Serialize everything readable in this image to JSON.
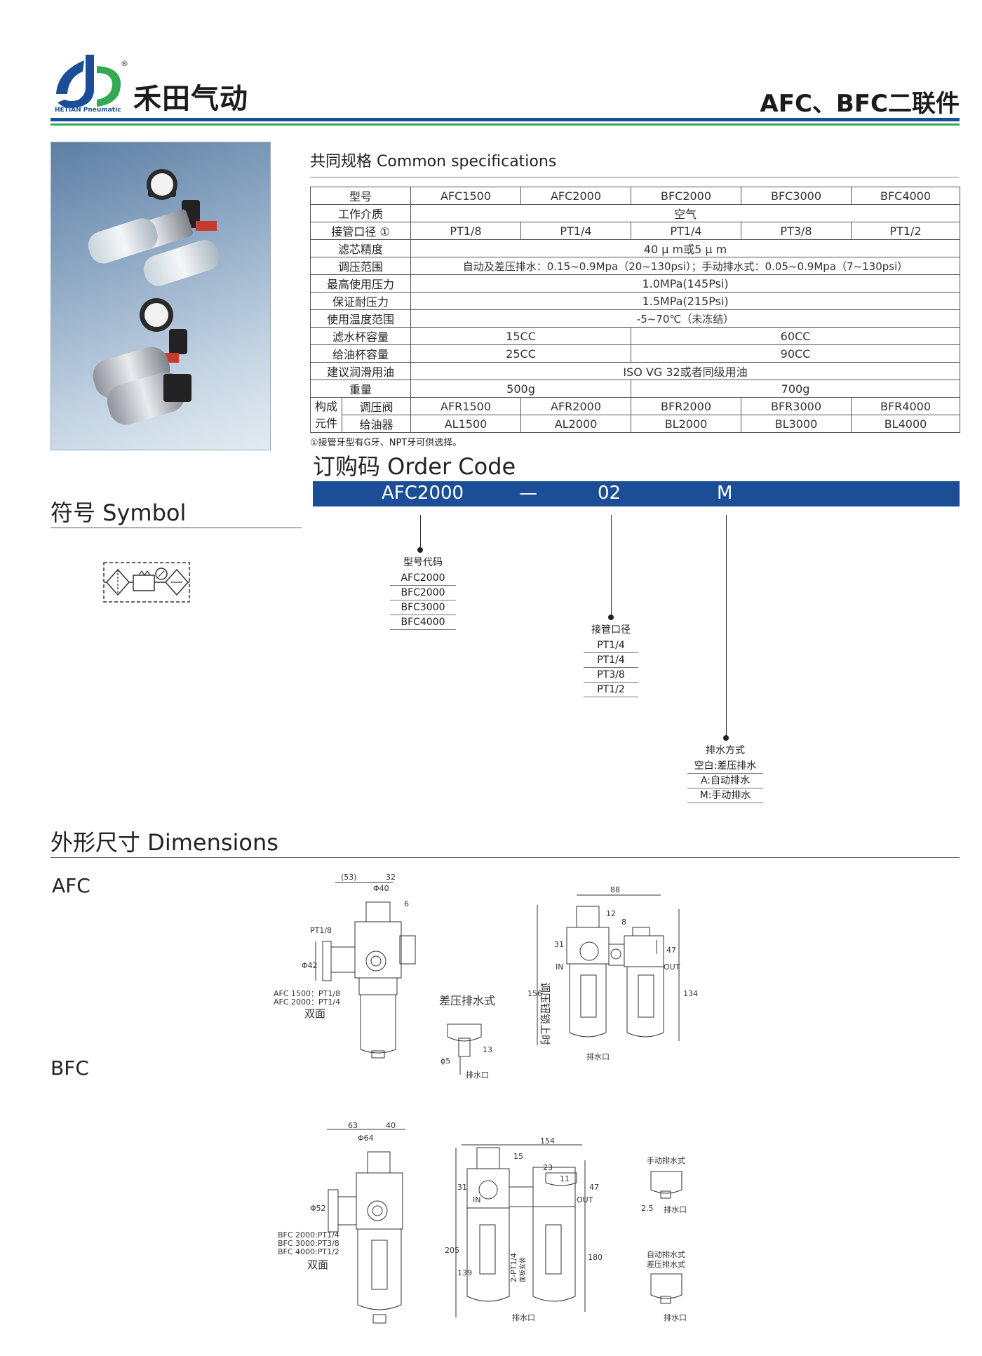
{
  "header": {
    "brand_cn": "禾田气动",
    "brand_en": "HETIAN Pneumatic",
    "reg_mark": "®",
    "page_title": "AFC、BFC二联件"
  },
  "colors": {
    "brand_blue": "#1b4e96",
    "accent_green": "#34a853"
  },
  "spec": {
    "title": "共同规格 Common specifications",
    "header": [
      "型号",
      "AFC1500",
      "AFC2000",
      "BFC2000",
      "BFC3000",
      "BFC4000"
    ],
    "rows": {
      "medium": {
        "label": "工作介质",
        "value": "空气"
      },
      "port": {
        "label": "接管口径 ①",
        "values": [
          "PT1/8",
          "PT1/4",
          "PT1/4",
          "PT3/8",
          "PT1/2"
        ]
      },
      "filter": {
        "label": "滤芯精度",
        "value": "40 μ m或5 μ m"
      },
      "regulate": {
        "label": "调压范围",
        "value": "自动及差压排水：0.15~0.9Mpa（20~130psi）；手动排水式：0.05~0.9Mpa（7~130psi）"
      },
      "max_pressure": {
        "label": "最高使用压力",
        "value": "1.0MPa(145Psi)"
      },
      "proof_pressure": {
        "label": "保证耐压力",
        "value": "1.5MPa(215Psi)"
      },
      "temp": {
        "label": "使用温度范围",
        "value": "-5~70℃（未冻结）"
      },
      "bowl": {
        "label": "滤水杯容量",
        "value_a": "15CC",
        "value_b": "60CC"
      },
      "oil_cup": {
        "label": "给油杯容量",
        "value_a": "25CC",
        "value_b": "90CC"
      },
      "lube": {
        "label": "建议润滑用油",
        "value": "ISO VG 32或者同级用油"
      },
      "weight": {
        "label": "重量",
        "value_a": "500g",
        "value_b": "700g"
      },
      "comp_group": "构成元件",
      "comp_group_a": "构成",
      "comp_group_b": "元件",
      "regulator": {
        "label": "调压阀",
        "values": [
          "AFR1500",
          "AFR2000",
          "BFR2000",
          "BFR3000",
          "BFR4000"
        ]
      },
      "lubricator": {
        "label": "给油器",
        "values": [
          "AL1500",
          "AL2000",
          "BL2000",
          "BL3000",
          "BL4000"
        ]
      }
    },
    "note": "①接管牙型有G牙、NPT牙可供选择。"
  },
  "order_code": {
    "title": "订购码 Order Code",
    "segments": [
      "AFC2000",
      "—",
      "02",
      "M"
    ],
    "model": {
      "title": "型号代码",
      "items": [
        "AFC2000",
        "BFC2000",
        "BFC3000",
        "BFC4000"
      ]
    },
    "port": {
      "title": "接管口径",
      "items": [
        "PT1/4",
        "PT1/4",
        "PT3/8",
        "PT1/2"
      ]
    },
    "drain": {
      "title": "排水方式",
      "items": [
        "空白:差压排水",
        "A:自动排水",
        "M:手动排水"
      ]
    }
  },
  "symbol": {
    "title": "符号 Symbol"
  },
  "dimensions": {
    "title": "外形尺寸 Dimensions",
    "afc_label": "AFC",
    "bfc_label": "BFC",
    "afc": {
      "d53": "(53)",
      "d32": "32",
      "d40": "Φ40",
      "d6": "6",
      "pt18": "PT1/8",
      "d42": "Φ42",
      "port_a": "AFC 1500：PT1/8",
      "port_b": "AFC 2000：PT1/4",
      "both_sides": "双面",
      "diff_drain": "差压排水式",
      "d5": "ϕ5",
      "d13": "13",
      "drain": "排水口",
      "d88": "88",
      "d12": "12",
      "d8": "8",
      "d31": "31",
      "d47": "47",
      "d156": "156",
      "d134": "134",
      "in": "IN",
      "out": "OUT",
      "lock": "调压钮锁上时",
      "drain2": "排水口"
    },
    "bfc": {
      "d63": "63",
      "d40": "40",
      "d64": "Φ64",
      "d52": "Φ52",
      "port_a": "BFC 2000:PT1/4",
      "port_b": "BFC 3000:PT3/8",
      "port_c": "BFC 4000:PT1/2",
      "both_sides": "双面",
      "d154": "154",
      "d15": "15",
      "d23": "23",
      "d11": "11",
      "d31": "31",
      "d47": "47",
      "d205": "205",
      "d139": "139",
      "d180": "180",
      "pt_note": "2-PT1/4",
      "pt_note2": "面板安装",
      "in": "IN",
      "out": "OUT",
      "drain": "排水口",
      "manual": "手动排水式",
      "d25": "2.5",
      "drain_b": "排水口",
      "auto": "自动排水式",
      "diff": "差压排水式",
      "drain_c": "排水口"
    }
  }
}
